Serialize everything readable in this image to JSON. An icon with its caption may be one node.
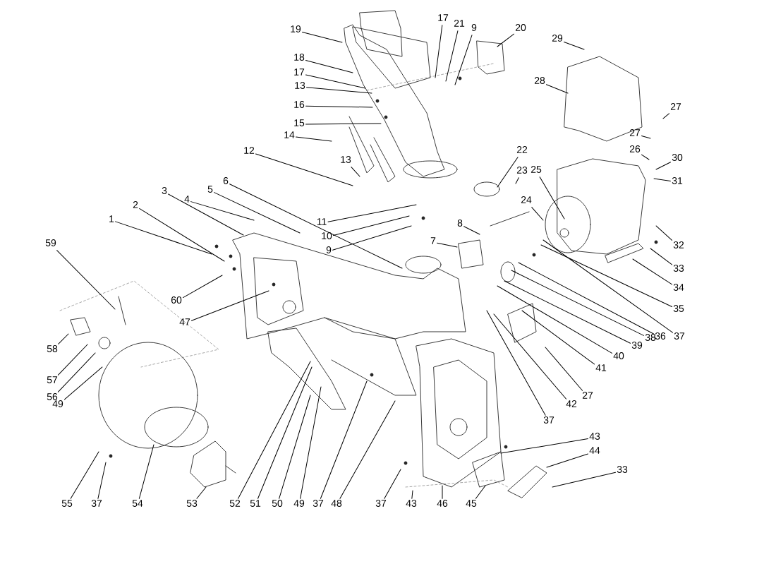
{
  "diagram": {
    "nodes": [
      {
        "text": [
          "19"
        ]
      },
      {
        "text": [
          "18"
        ]
      },
      {
        "text": [
          "17"
        ]
      },
      {
        "text": [
          "13"
        ]
      },
      {
        "text": [
          "16"
        ]
      },
      {
        "text": [
          "15"
        ]
      },
      {
        "text": [
          "14"
        ]
      },
      {
        "text": [
          "17"
        ]
      },
      {
        "text": [
          "21"
        ]
      },
      {
        "text": [
          "9"
        ]
      },
      {
        "text": [
          "20"
        ]
      },
      {
        "text": [
          "29"
        ]
      },
      {
        "text": [
          "28"
        ]
      },
      {
        "text": [
          "27"
        ]
      },
      {
        "text": [
          "27"
        ]
      },
      {
        "text": [
          "26"
        ]
      },
      {
        "text": [
          "30"
        ]
      },
      {
        "text": [
          "31"
        ]
      },
      {
        "text": [
          "22"
        ]
      },
      {
        "text": [
          "23"
        ]
      },
      {
        "text": [
          "25"
        ]
      },
      {
        "text": [
          "24"
        ]
      },
      {
        "text": [
          "12"
        ]
      },
      {
        "text": [
          "13"
        ]
      },
      {
        "text": [
          "6"
        ]
      },
      {
        "text": [
          "5"
        ]
      },
      {
        "text": [
          "4"
        ]
      },
      {
        "text": [
          "3"
        ]
      },
      {
        "text": [
          "11"
        ]
      },
      {
        "text": [
          "10"
        ]
      },
      {
        "text": [
          "9"
        ]
      },
      {
        "text": [
          "8"
        ]
      },
      {
        "text": [
          "7"
        ]
      },
      {
        "text": [
          "2"
        ]
      },
      {
        "text": [
          "1"
        ]
      },
      {
        "text": [
          "59"
        ]
      },
      {
        "text": [
          "60"
        ]
      },
      {
        "text": [
          "47"
        ]
      },
      {
        "text": [
          "32"
        ]
      },
      {
        "text": [
          "33"
        ]
      },
      {
        "text": [
          "34"
        ]
      },
      {
        "text": [
          "35"
        ]
      },
      {
        "text": [
          "36"
        ]
      },
      {
        "text": [
          "37"
        ]
      },
      {
        "text": [
          "38"
        ]
      },
      {
        "text": [
          "39"
        ]
      },
      {
        "text": [
          "40"
        ]
      },
      {
        "text": [
          "41"
        ]
      },
      {
        "text": [
          "42"
        ]
      },
      {
        "text": [
          "27"
        ]
      },
      {
        "text": [
          "58"
        ]
      },
      {
        "text": [
          "57"
        ]
      },
      {
        "text": [
          "56"
        ]
      },
      {
        "text": [
          "49"
        ]
      },
      {
        "text": [
          "37"
        ]
      },
      {
        "text": [
          "43"
        ]
      },
      {
        "text": [
          "44"
        ]
      },
      {
        "text": [
          "33"
        ]
      },
      {
        "text": [
          "55"
        ]
      },
      {
        "text": [
          "37"
        ]
      },
      {
        "text": [
          "54"
        ]
      },
      {
        "text": [
          "53"
        ]
      },
      {
        "text": [
          "52"
        ]
      },
      {
        "text": [
          "51"
        ]
      },
      {
        "text": [
          "50"
        ]
      },
      {
        "text": [
          "49"
        ]
      },
      {
        "text": [
          "37"
        ]
      },
      {
        "text": [
          "48"
        ]
      },
      {
        "text": [
          "37"
        ]
      },
      {
        "text": [
          "43"
        ]
      },
      {
        "text": [
          "46"
        ]
      },
      {
        "text": [
          "45"
        ]
      }
    ],
    "edges": [
      {
        "from": 0,
        "to": null,
        "arrow": "none"
      },
      {
        "from": 1,
        "to": null,
        "arrow": "none"
      },
      {
        "from": 2,
        "to": null,
        "arrow": "none"
      },
      {
        "from": 3,
        "to": null,
        "arrow": "none"
      },
      {
        "from": 4,
        "to": null,
        "arrow": "none"
      },
      {
        "from": 5,
        "to": null,
        "arrow": "none"
      },
      {
        "from": 6,
        "to": null,
        "arrow": "none"
      },
      {
        "from": 7,
        "to": null,
        "arrow": "none"
      },
      {
        "from": 8,
        "to": null,
        "arrow": "none"
      },
      {
        "from": 9,
        "to": null,
        "arrow": "none"
      },
      {
        "from": 10,
        "to": null,
        "arrow": "none"
      },
      {
        "from": 11,
        "to": null,
        "arrow": "none"
      },
      {
        "from": 12,
        "to": null,
        "arrow": "none"
      },
      {
        "from": 13,
        "to": null,
        "arrow": "none"
      },
      {
        "from": 14,
        "to": null,
        "arrow": "none"
      },
      {
        "from": 15,
        "to": null,
        "arrow": "none"
      },
      {
        "from": 16,
        "to": null,
        "arrow": "none"
      },
      {
        "from": 17,
        "to": null,
        "arrow": "none"
      },
      {
        "from": 18,
        "to": null,
        "arrow": "none"
      },
      {
        "from": 19,
        "to": null,
        "arrow": "none"
      },
      {
        "from": 20,
        "to": null,
        "arrow": "none"
      },
      {
        "from": 21,
        "to": null,
        "arrow": "none"
      },
      {
        "from": 22,
        "to": null,
        "arrow": "none"
      },
      {
        "from": 23,
        "to": null,
        "arrow": "none"
      },
      {
        "from": 24,
        "to": null,
        "arrow": "none"
      },
      {
        "from": 25,
        "to": null,
        "arrow": "none"
      },
      {
        "from": 26,
        "to": null,
        "arrow": "none"
      },
      {
        "from": 27,
        "to": null,
        "arrow": "none"
      },
      {
        "from": 28,
        "to": null,
        "arrow": "none"
      },
      {
        "from": 29,
        "to": null,
        "arrow": "none"
      },
      {
        "from": 30,
        "to": null,
        "arrow": "none"
      },
      {
        "from": 31,
        "to": null,
        "arrow": "none"
      },
      {
        "from": 32,
        "to": null,
        "arrow": "none"
      },
      {
        "from": 33,
        "to": null,
        "arrow": "none"
      },
      {
        "from": 34,
        "to": null,
        "arrow": "none"
      },
      {
        "from": 35,
        "to": null,
        "arrow": "none"
      },
      {
        "from": 36,
        "to": null,
        "arrow": "none"
      },
      {
        "from": 37,
        "to": null,
        "arrow": "none"
      },
      {
        "from": 38,
        "to": null,
        "arrow": "none"
      },
      {
        "from": 39,
        "to": null,
        "arrow": "none"
      },
      {
        "from": 40,
        "to": null,
        "arrow": "none"
      },
      {
        "from": 41,
        "to": null,
        "arrow": "none"
      },
      {
        "from": 42,
        "to": null,
        "arrow": "none"
      },
      {
        "from": 43,
        "to": null,
        "arrow": "none"
      },
      {
        "from": 44,
        "to": null,
        "arrow": "none"
      },
      {
        "from": 45,
        "to": null,
        "arrow": "none"
      },
      {
        "from": 46,
        "to": null,
        "arrow": "none"
      },
      {
        "from": 47,
        "to": null,
        "arrow": "none"
      },
      {
        "from": 48,
        "to": null,
        "arrow": "none"
      },
      {
        "from": 49,
        "to": null,
        "arrow": "none"
      },
      {
        "from": 50,
        "to": null,
        "arrow": "none"
      },
      {
        "from": 51,
        "to": null,
        "arrow": "none"
      },
      {
        "from": 52,
        "to": null,
        "arrow": "none"
      },
      {
        "from": 53,
        "to": null,
        "arrow": "none"
      },
      {
        "from": 54,
        "to": null,
        "arrow": "none"
      },
      {
        "from": 55,
        "to": null,
        "arrow": "none"
      },
      {
        "from": 56,
        "to": null,
        "arrow": "none"
      },
      {
        "from": 57,
        "to": null,
        "arrow": "none"
      },
      {
        "from": 58,
        "to": null,
        "arrow": "none"
      },
      {
        "from": 59,
        "to": null,
        "arrow": "none"
      },
      {
        "from": 60,
        "to": null,
        "arrow": "none"
      },
      {
        "from": 61,
        "to": null,
        "arrow": "none"
      },
      {
        "from": 62,
        "to": null,
        "arrow": "none"
      },
      {
        "from": 63,
        "to": null,
        "arrow": "none"
      },
      {
        "from": 64,
        "to": null,
        "arrow": "none"
      },
      {
        "from": 65,
        "to": null,
        "arrow": "none"
      },
      {
        "from": 66,
        "to": null,
        "arrow": "none"
      },
      {
        "from": 67,
        "to": null,
        "arrow": "none"
      },
      {
        "from": 68,
        "to": null,
        "arrow": "none"
      },
      {
        "from": 69,
        "to": null,
        "arrow": "none"
      },
      {
        "from": 70,
        "to": null,
        "arrow": "none"
      },
      {
        "from": 71,
        "to": null,
        "arrow": "none"
      }
    ]
  }
}
